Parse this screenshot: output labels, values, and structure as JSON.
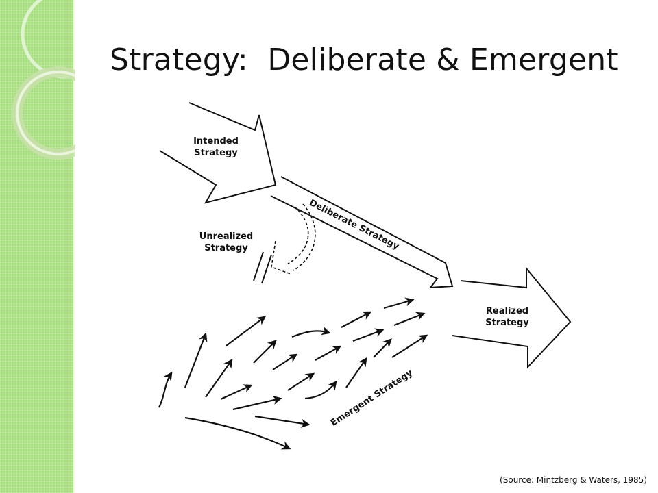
{
  "title": "Strategy:  Deliberate & Emergent",
  "diagram": {
    "intended_label": "Intended\nStrategy",
    "unrealized_label": "Unrealized\nStrategy",
    "deliberate_label": "Deliberate Strategy",
    "realized_label": "Realized\nStrategy",
    "emergent_label": "Emergent Strategy"
  },
  "source": "(Source: Mintzberg & Waters, 1985)",
  "colors": {
    "band": "#a6e07c",
    "ink": "#111111"
  }
}
